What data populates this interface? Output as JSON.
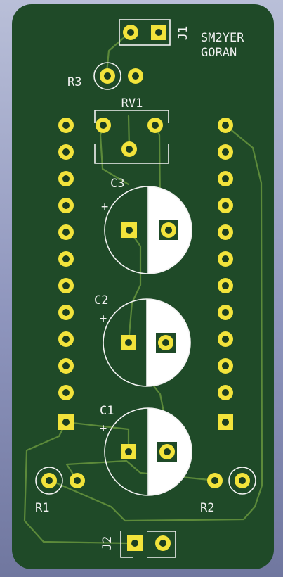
{
  "board": {
    "text_line1": "SM2YER",
    "text_line2": "GORAN"
  },
  "refs": {
    "j1": "J1",
    "j2": "J2",
    "r1": "R1",
    "r2": "R2",
    "r3": "R3",
    "rv1": "RV1",
    "c1": "C1",
    "c2": "C2",
    "c3": "C3",
    "plus": "+"
  },
  "colors": {
    "board": "#1f4a28",
    "trace": "#5c8a3a",
    "pad": "#f2e33b",
    "silk": "#f2f2f2"
  }
}
